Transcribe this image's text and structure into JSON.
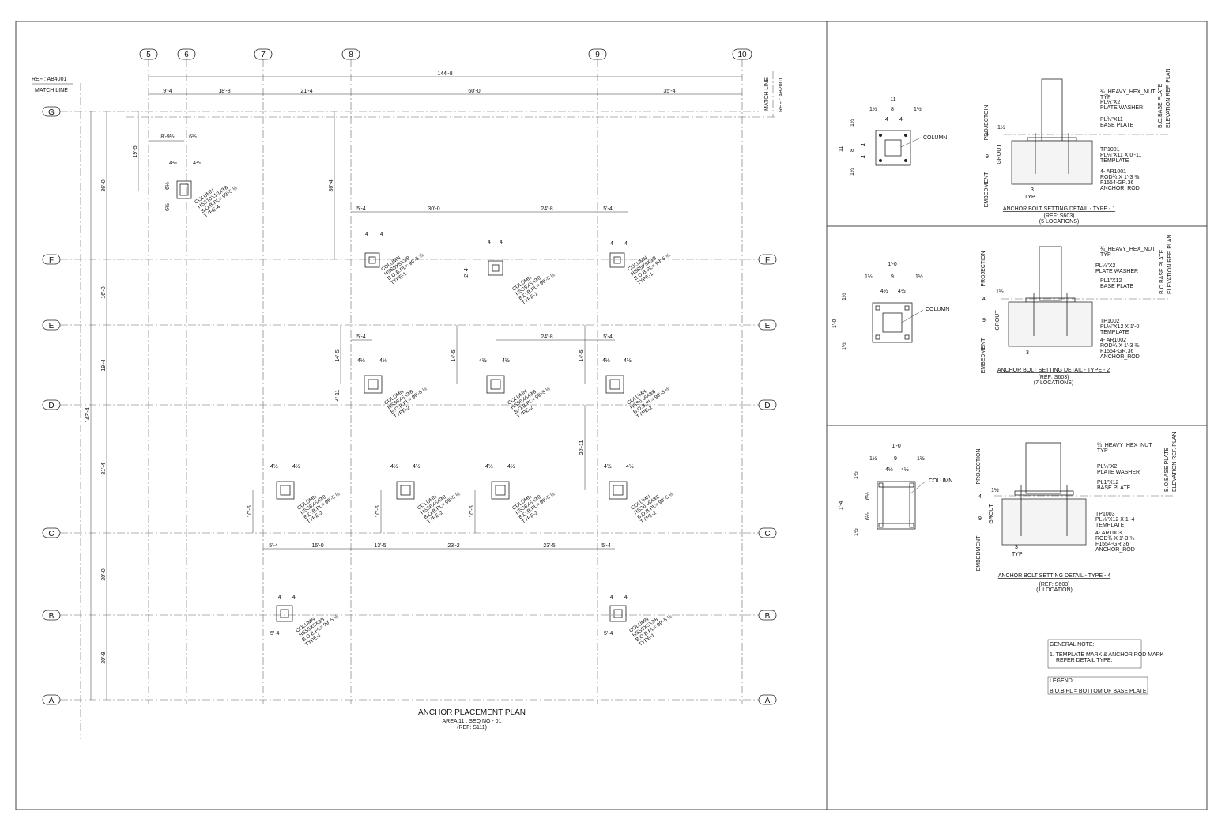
{
  "plan": {
    "title": "ANCHOR PLACEMENT PLAN",
    "sub1": "AREA 11 , SEQ NO - 01",
    "sub2": "(REF: S111)",
    "ref_left": "REF : AB4001",
    "match_left": "MATCH LINE",
    "match_right": "MATCH LINE",
    "ref_right": "REF : AB2001",
    "cols": [
      "5",
      "6",
      "7",
      "8",
      "9",
      "10"
    ],
    "rows": [
      "G",
      "F",
      "E",
      "D",
      "C",
      "B",
      "A"
    ],
    "overall_x": "144'-8",
    "bay_x": [
      "9'-4",
      "18'-8",
      "21'-4",
      "60'-0",
      "35'-4"
    ],
    "overall_y": "143'-4",
    "bay_y": [
      "36'-0",
      "16'-0",
      "19'-4",
      "31'-4",
      "20'-0",
      "20'-8"
    ]
  },
  "dims": {
    "d_8_9h": "8'-9½",
    "d_6h": "6½",
    "d_4h": "4½",
    "d_19_5": "19'-5",
    "d_36_4": "36'-4",
    "f_54": "5'-4",
    "f_30": "30'-0",
    "f_248": "24'-8",
    "f_54b": "5'-4",
    "e_54": "5'-4",
    "e_248": "24'-8",
    "e_54b": "5'-4",
    "d_145": "14'-5",
    "d_411": "4'-11",
    "d_2011": "20'-11",
    "d_24": "2'-4",
    "d_105": "10'-5",
    "c_54": "5'-4",
    "c_160": "16'-0",
    "c_135": "13'-5",
    "c_232": "23'-2",
    "c_235": "23'-5",
    "c_54b": "5'-4",
    "four": "4"
  },
  "columns": {
    "t4": [
      "COLUMN",
      "HSS10X10X3⁄8",
      "B.O.B.PL= 99'-5 ½",
      "TYPE-4"
    ],
    "t1a": [
      "COLUMN",
      "HSS5X5X3⁄8",
      "B.O.B.PL= 99'-5 ½",
      "TYPE-1"
    ],
    "t2a": [
      "COLUMN",
      "HSS6X6X3⁄8",
      "B.O.B.PL= 99'-5 ½",
      "TYPE-2"
    ]
  },
  "detail1": {
    "title": "ANCHOR BOLT SETTING DETAIL - TYPE - 1",
    "ref": "(REF: S603)",
    "loc": "(5 LOCATIONS)",
    "plan_dims": [
      "11",
      "1½",
      "8",
      "1½",
      "4",
      "4",
      "1½",
      "4",
      "4",
      "1½",
      "11",
      "8"
    ],
    "column": "COLUMN",
    "nut": [
      "¾_HEAVY_HEX_NUT",
      "TYP"
    ],
    "washer": [
      "PL¼\"X2",
      "PLATE WASHER"
    ],
    "base": [
      "PL¾\"X11",
      "BASE PLATE"
    ],
    "template": [
      "TP1001",
      "PL⅛\"X11 X 0'-11",
      "TEMPLATE"
    ],
    "rod": [
      "4- AR1001",
      "ROD¾ X 1'-3 ⅜",
      "F1554-GR.36",
      "ANCHOR_ROD"
    ],
    "elev": [
      "B.O.BASE PLATE",
      "ELEVATION REF. PLAN"
    ],
    "labels": [
      "PROJECTOIN",
      "GROUT",
      "EMBEDMENT"
    ],
    "nums": [
      "4",
      "9",
      "1½",
      "3",
      "TYP"
    ]
  },
  "detail2": {
    "title": "ANCHOR BOLT SETTING DETAIL - TYPE - 2",
    "ref": "(REF: S603)",
    "loc": "(7 LOCATIONS)",
    "plan_dims": [
      "1'-0",
      "1½",
      "9",
      "1½",
      "4½",
      "4½",
      "1'-0",
      "1½",
      "1½"
    ],
    "column": "COLUMN",
    "nut": [
      "¾_HEAVY_HEX_NUT",
      "TYP"
    ],
    "washer": [
      "PL¼\"X2",
      "PLATE WASHER"
    ],
    "base": [
      "PL1\"X12",
      "BASE PLATE"
    ],
    "template": [
      "TP1002",
      "PL⅛\"X12 X 1'-0",
      "TEMPLATE"
    ],
    "rod": [
      "4- AR1002",
      "ROD¾ X 1'-3 ⅜",
      "F1554-GR.36",
      "ANCHOR_ROD"
    ],
    "elev": [
      "B.O.BASE PLATE",
      "ELEVATION REF. PLAN"
    ],
    "labels": [
      "PROJECTION",
      "GROUT",
      "EMBEDMENT"
    ],
    "nums": [
      "4",
      "9",
      "1½",
      "3"
    ]
  },
  "detail3": {
    "title": "ANCHOR BOLT SETTING DETAIL - TYPE - 4",
    "ref": "(REF: S603)",
    "loc": "(1 LOCATION)",
    "plan_dims": [
      "1'-0",
      "1½",
      "9",
      "1½",
      "4½",
      "4½",
      "1'-4",
      "6½",
      "6½",
      "1½",
      "1½"
    ],
    "column": "COLUMN",
    "nut": [
      "¾_HEAVY_HEX_NUT",
      "TYP"
    ],
    "washer": [
      "PL¼\"X2",
      "PLATE WASHER"
    ],
    "base": [
      "PL1\"X12",
      "BASE PLATE"
    ],
    "template": [
      "TP1003",
      "PL⅛\"X12 X 1'-4",
      "TEMPLATE"
    ],
    "rod": [
      "4- AR1003",
      "ROD¾ X 1'-3 ⅜",
      "F1554-GR.36",
      "ANCHOR_ROD"
    ],
    "elev": [
      "B.O.BASE PLATE",
      "ELEVATION REF. PLAN"
    ],
    "labels": [
      "PROJECTION",
      "GROUT",
      "EMBEDMENT"
    ],
    "nums": [
      "4",
      "9",
      "1½",
      "3",
      "TYP"
    ]
  },
  "notes": {
    "general_title": "GENERAL NOTE:",
    "general_1": "1. TEMPLATE MARK & ANCHOR ROD MARK",
    "general_2": "REFER DETAIL TYPE.",
    "legend_title": "LEGEND:",
    "legend_1": "B.O.B.PL = BOTTOM OF BASE PLATE"
  }
}
